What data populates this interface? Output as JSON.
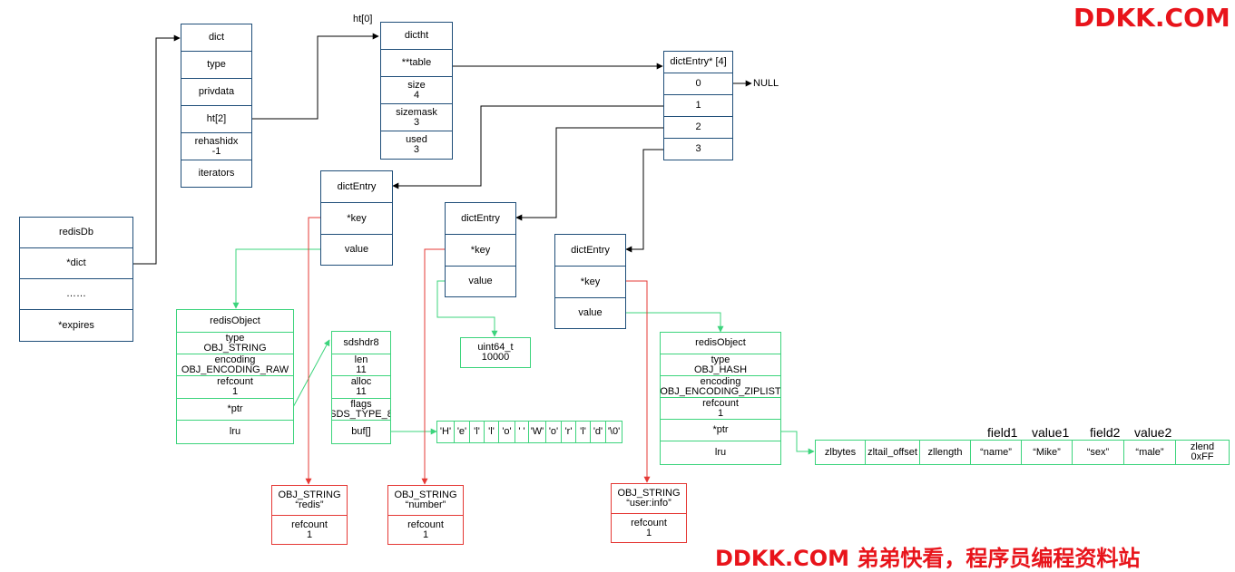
{
  "watermark": {
    "top": "DDKK.COM",
    "bottom": "DDKK.COM 弟弟快看，程序员编程资料站"
  },
  "labels": {
    "ht0": "ht[0]",
    "null": "NULL",
    "field1": "field1",
    "value1": "value1",
    "field2": "field2",
    "value2": "value2"
  },
  "redisDb": [
    "redisDb",
    "*dict",
    "……",
    "*expires"
  ],
  "dict": [
    "dict",
    "type",
    "privdata",
    "ht[2]",
    "rehashidx\n-1",
    "iterators"
  ],
  "dictht": [
    "dictht",
    "**table",
    "size\n4",
    "sizemask\n3",
    "used\n3"
  ],
  "table": [
    "dictEntry* [4]",
    "0",
    "1",
    "2",
    "3"
  ],
  "entry1": [
    "dictEntry",
    "*key",
    "value"
  ],
  "entry2": [
    "dictEntry",
    "*key",
    "value"
  ],
  "entry3": [
    "dictEntry",
    "*key",
    "value"
  ],
  "robj1": [
    "redisObject",
    "type\nOBJ_STRING",
    "encoding\nOBJ_ENCODING_RAW",
    "refcount\n1",
    "*ptr",
    "lru"
  ],
  "sds": [
    "sdshdr8",
    "len\n11",
    "alloc\n11",
    "flags\nSDS_TYPE_8",
    "buf[]"
  ],
  "buf": [
    "'H'",
    "'e'",
    "'l'",
    "'l'",
    "'o'",
    "' '",
    "'W'",
    "'o'",
    "'r'",
    "'l'",
    "'d'",
    "'\\0'"
  ],
  "uint": [
    "uint64_t\n10000"
  ],
  "robj2": [
    "redisObject",
    "type\nOBJ_HASH",
    "encoding\nOBJ_ENCODING_ZIPLIST",
    "refcount\n1",
    "*ptr",
    "lru"
  ],
  "ziplist": [
    "zlbytes",
    "zltail_offset",
    "zllength",
    "“name”",
    "“Mike”",
    "“sex”",
    "“male”",
    "zlend\n0xFF"
  ],
  "key1": [
    "OBJ_STRING\n“redis”",
    "refcount\n1"
  ],
  "key2": [
    "OBJ_STRING\n“number”",
    "refcount\n1"
  ],
  "key3": [
    "OBJ_STRING\n“user:info”",
    "refcount\n1"
  ]
}
